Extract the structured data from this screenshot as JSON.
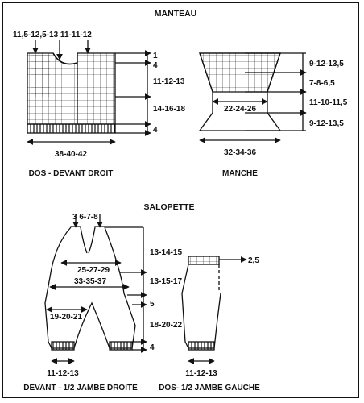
{
  "manteau": {
    "title": "MANTEAU",
    "back_front": {
      "caption": "DOS - DEVANT DROIT",
      "top_measures": "11,5-12,5-13  11-11-12",
      "width": "38-40-42",
      "right_measures": [
        "1",
        "4",
        "11-12-13",
        "14-16-18",
        "4"
      ]
    },
    "sleeve": {
      "caption": "MANCHE",
      "inner_width": "22-24-26",
      "bottom_width": "32-34-36",
      "right_measures": [
        "9-12-13,5",
        "7-8-6,5",
        "11-10-11,5",
        "9-12-13,5"
      ]
    }
  },
  "salopette": {
    "title": "SALOPETTE",
    "front": {
      "caption": "DEVANT - 1/2 JAMBE DROITE",
      "strap_measures": "3  6-7-8",
      "bib_width": "25-27-29",
      "hip_width": "33-35-37",
      "leg_width": "19-20-21",
      "hem_width": "11-12-13",
      "right_measures": [
        "13-14-15",
        "13-15-17",
        "5",
        "18-20-22",
        "4"
      ]
    },
    "back": {
      "caption": "DOS- 1/2 JAMBE GAUCHE",
      "waist_band": "2,5",
      "hem_width": "11-12-13"
    }
  }
}
